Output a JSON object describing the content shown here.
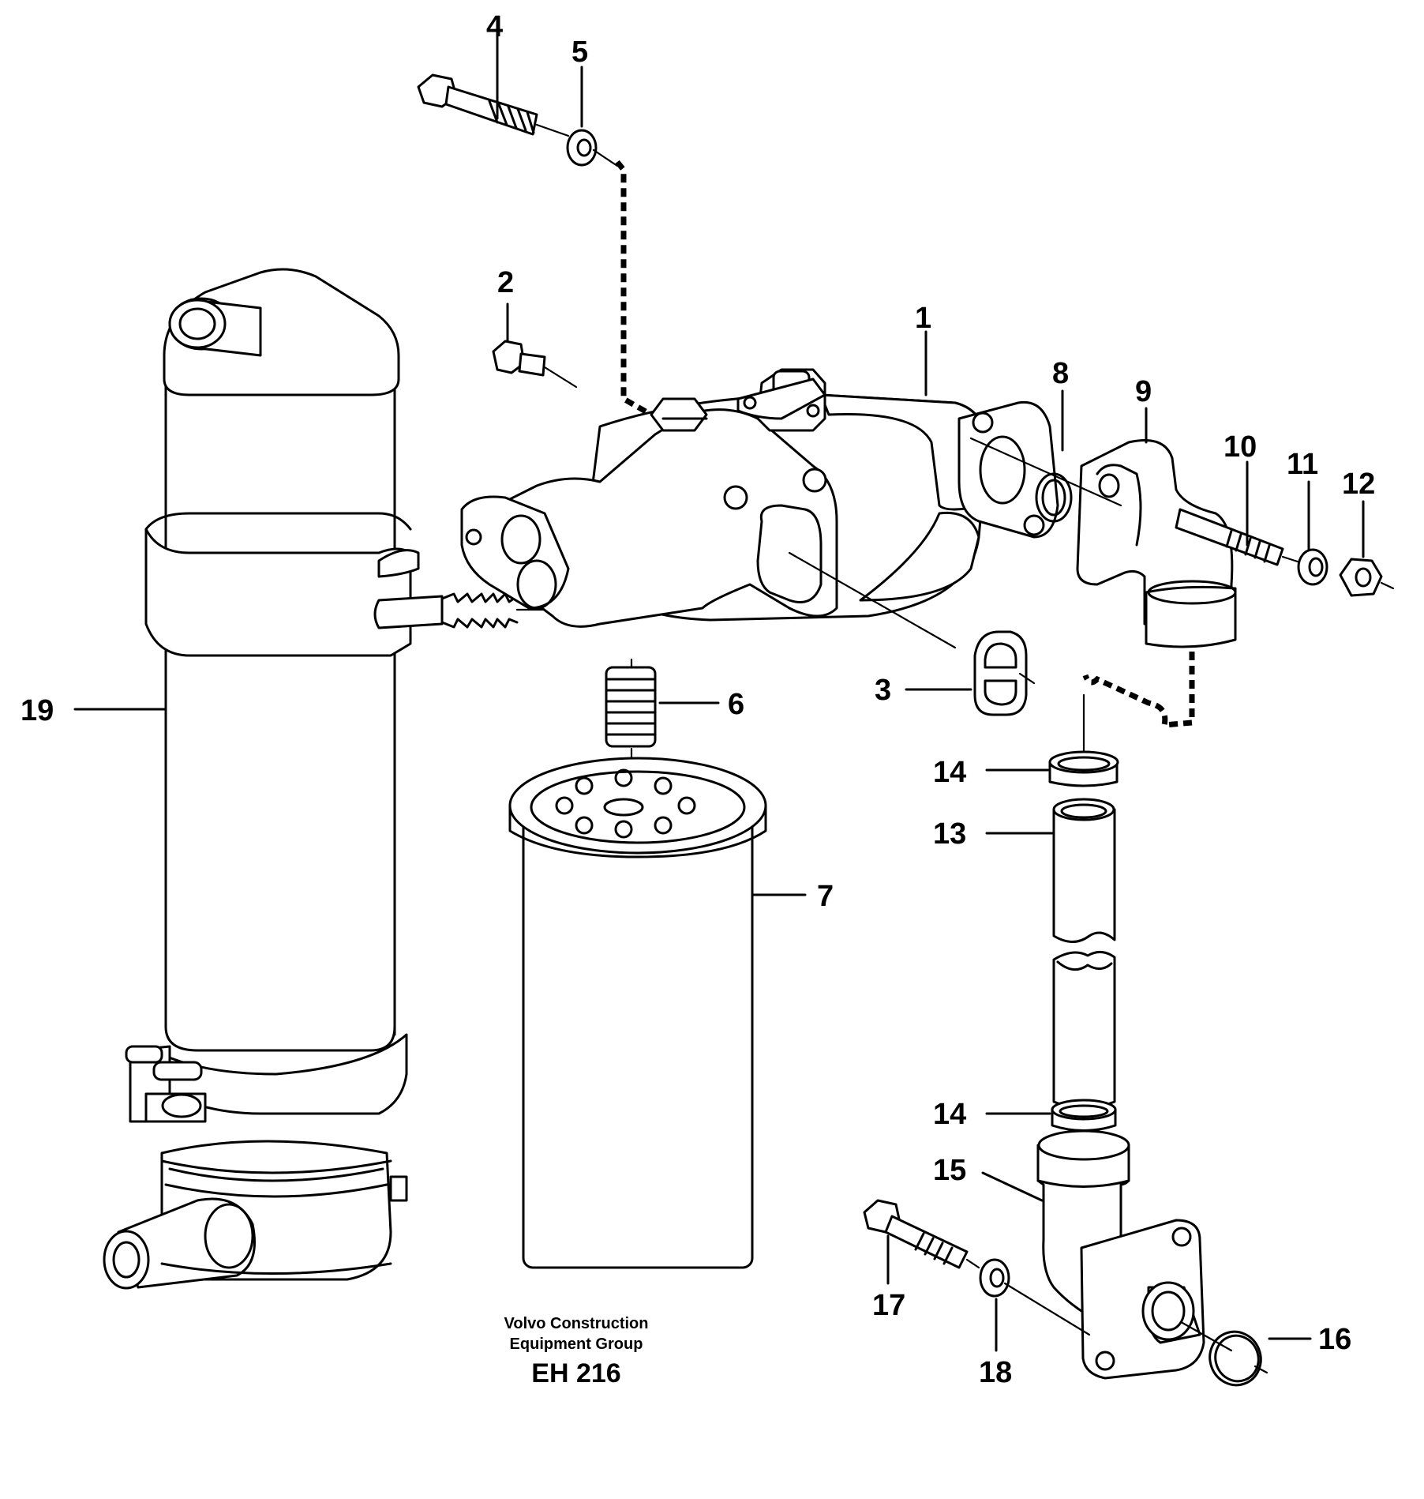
{
  "diagram": {
    "labels": {
      "l1": "1",
      "l2": "2",
      "l3": "3",
      "l4": "4",
      "l5": "5",
      "l6": "6",
      "l7": "7",
      "l8": "8",
      "l9": "9",
      "l10": "10",
      "l11": "11",
      "l12": "12",
      "l13": "13",
      "l14a": "14",
      "l14b": "14",
      "l15": "15",
      "l16": "16",
      "l17": "17",
      "l18": "18",
      "l19": "19"
    },
    "caption": {
      "line1": "Volvo Construction",
      "line2": "Equipment Group",
      "code": "EH 216"
    }
  }
}
